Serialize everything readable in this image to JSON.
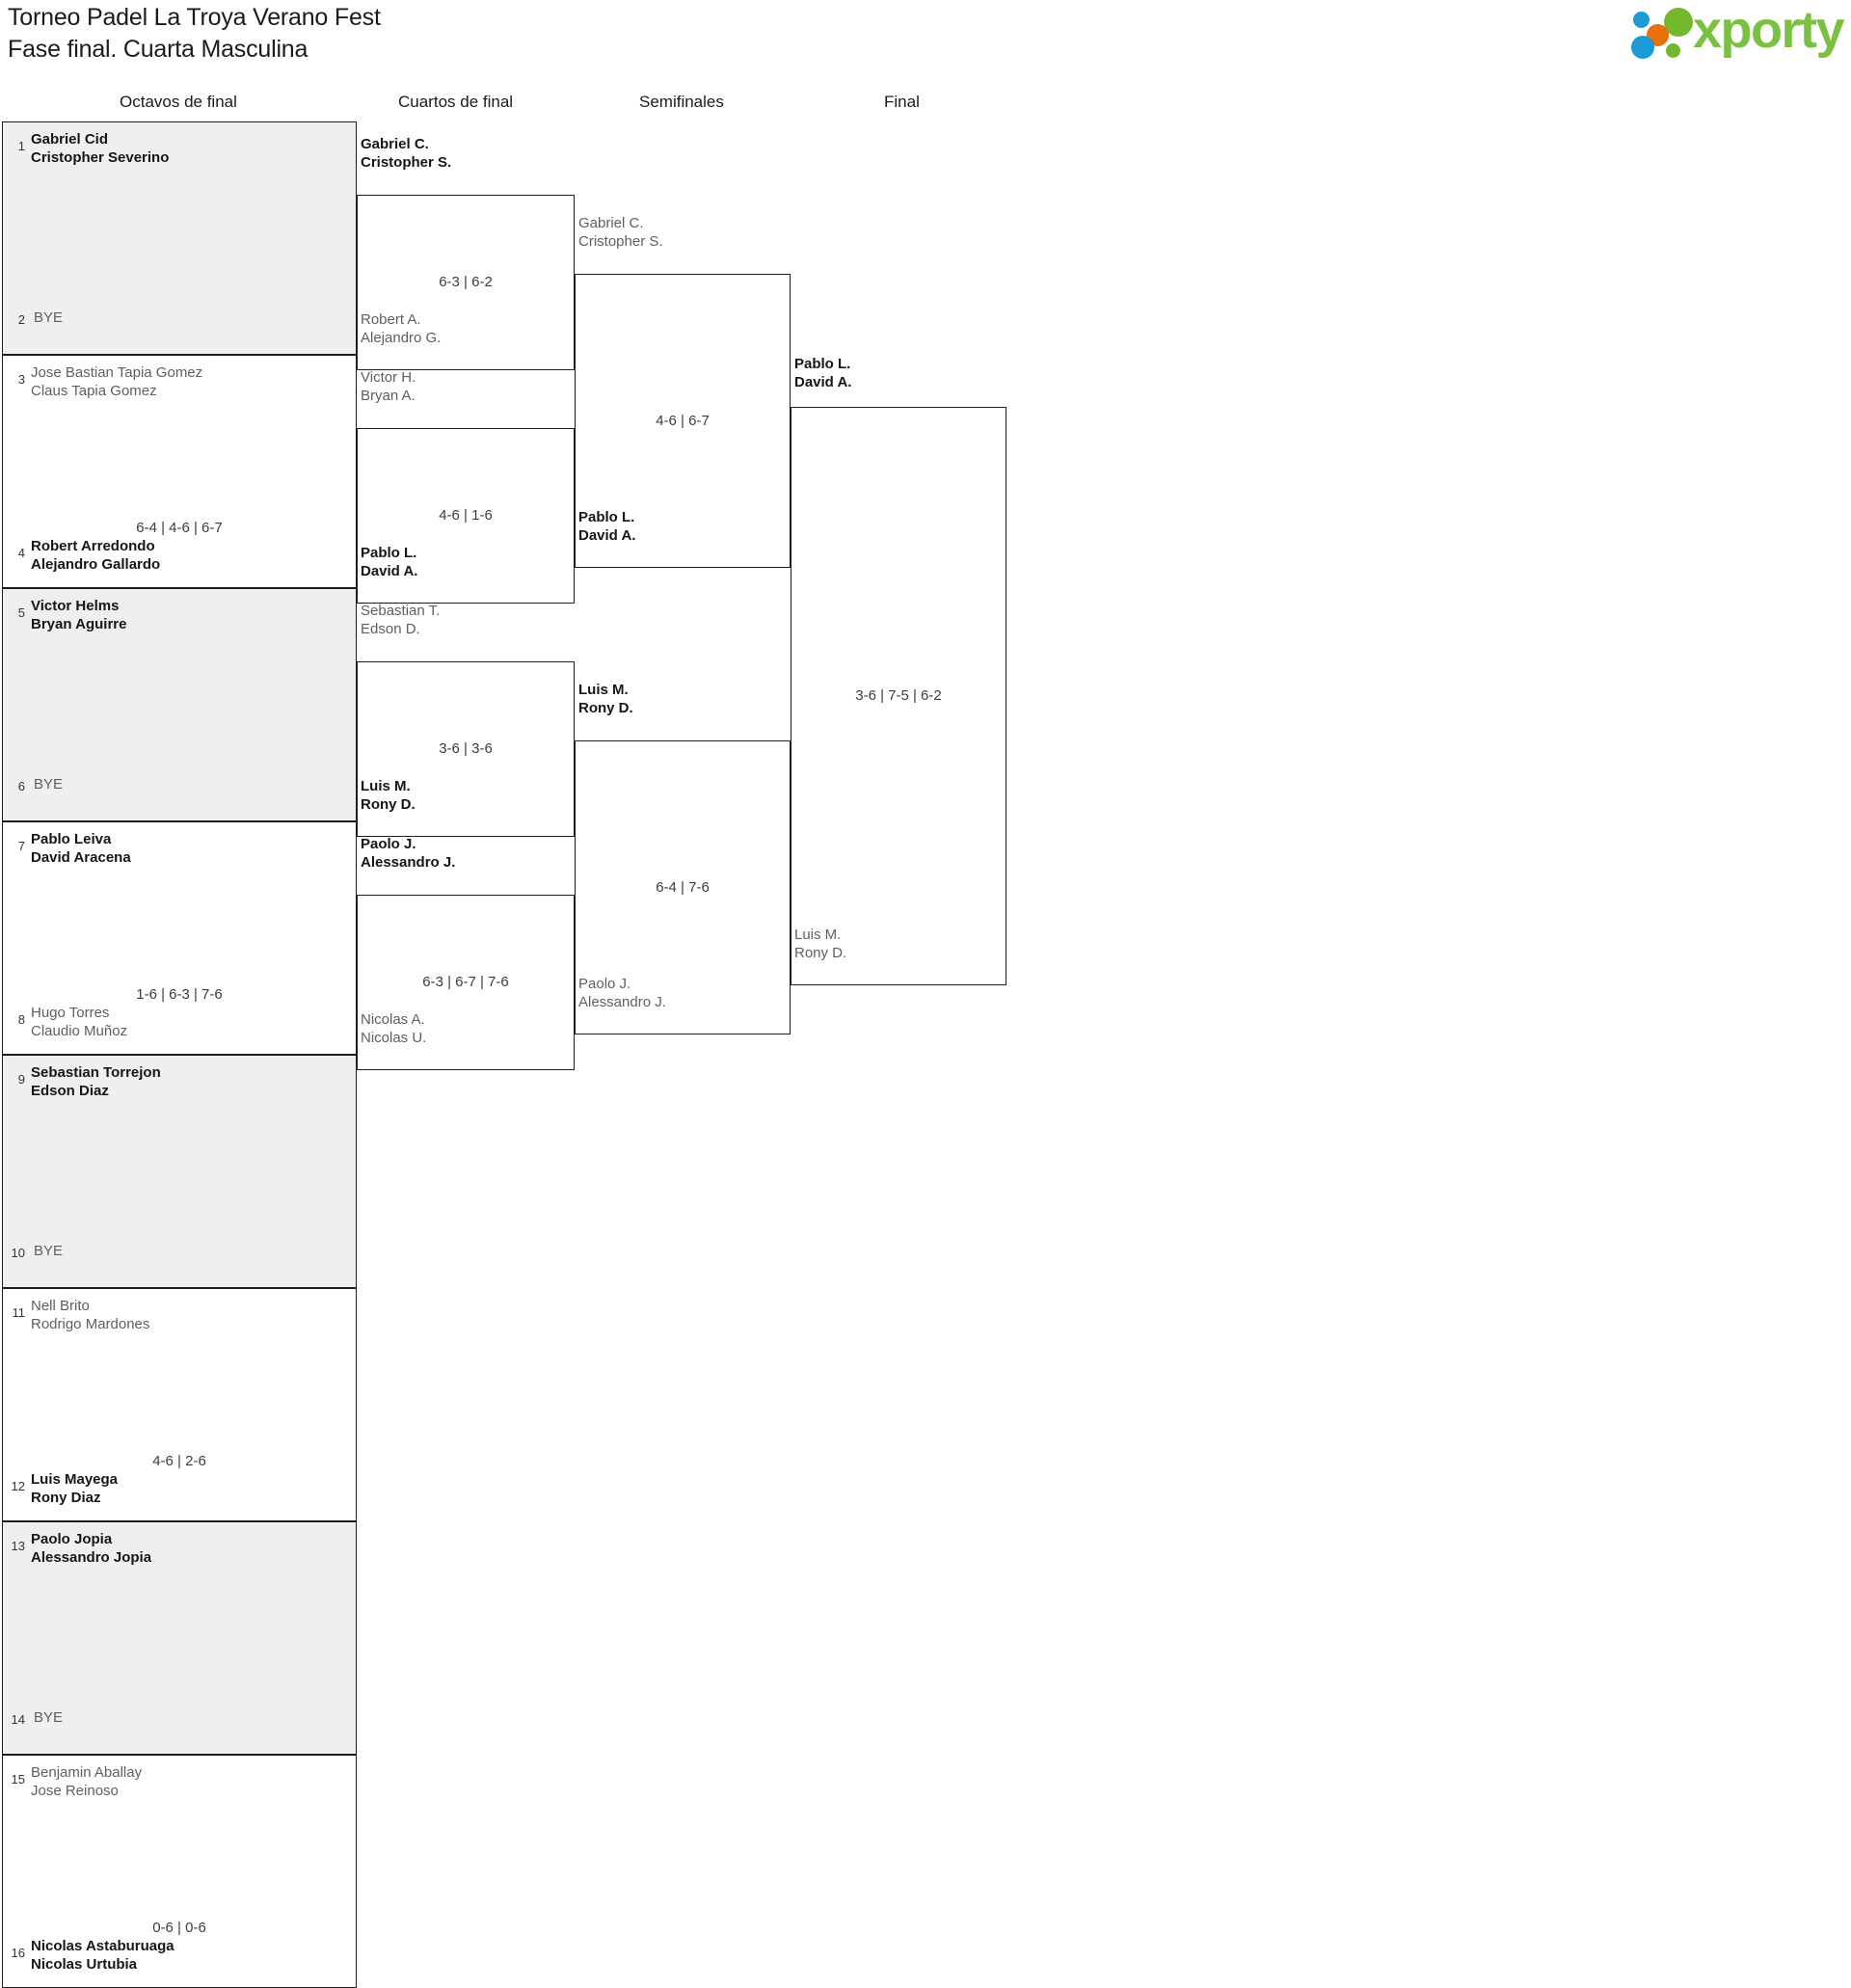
{
  "header": {
    "title_line1": "Torneo Padel La Troya Verano Fest",
    "title_line2": "Fase final. Cuarta Masculina",
    "logo_text": "xporty"
  },
  "colors": {
    "logo_green": "#7ac143",
    "logo_blue": "#1c9ad6",
    "logo_orange": "#e8700a",
    "shaded_row": "#efefef",
    "border": "#1d1d1d",
    "winner_text": "#161616",
    "loser_text": "#5f5f5f"
  },
  "rounds": [
    {
      "label": "Octavos de final"
    },
    {
      "label": "Cuartos de final"
    },
    {
      "label": "Semifinales"
    },
    {
      "label": "Final"
    }
  ],
  "round1": {
    "matches": [
      {
        "shaded": true,
        "top": {
          "seed": "1",
          "p1": "Gabriel Cid",
          "p2": "Cristopher Severino",
          "result": "winner"
        },
        "bottom": {
          "seed": "2",
          "bye": "BYE"
        },
        "score": ""
      },
      {
        "shaded": false,
        "top": {
          "seed": "3",
          "p1": "Jose Bastian Tapia Gomez",
          "p2": "Claus Tapia Gomez",
          "result": "loser"
        },
        "bottom": {
          "seed": "4",
          "p1": "Robert Arredondo",
          "p2": "Alejandro Gallardo",
          "result": "winner"
        },
        "score": "6-4 | 4-6 | 6-7"
      },
      {
        "shaded": true,
        "top": {
          "seed": "5",
          "p1": "Victor Helms",
          "p2": "Bryan Aguirre",
          "result": "winner"
        },
        "bottom": {
          "seed": "6",
          "bye": "BYE"
        },
        "score": ""
      },
      {
        "shaded": false,
        "top": {
          "seed": "7",
          "p1": "Pablo Leiva",
          "p2": "David Aracena",
          "result": "winner"
        },
        "bottom": {
          "seed": "8",
          "p1": "Hugo Torres",
          "p2": "Claudio Muñoz",
          "result": "loser"
        },
        "score": "1-6 | 6-3 | 7-6"
      },
      {
        "shaded": true,
        "top": {
          "seed": "9",
          "p1": "Sebastian Torrejon",
          "p2": "Edson Diaz",
          "result": "winner"
        },
        "bottom": {
          "seed": "10",
          "bye": "BYE"
        },
        "score": ""
      },
      {
        "shaded": false,
        "top": {
          "seed": "11",
          "p1": "Nell Brito",
          "p2": "Rodrigo Mardones",
          "result": "loser"
        },
        "bottom": {
          "seed": "12",
          "p1": "Luis Mayega",
          "p2": "Rony Diaz",
          "result": "winner"
        },
        "score": "4-6 | 2-6"
      },
      {
        "shaded": true,
        "top": {
          "seed": "13",
          "p1": "Paolo Jopia",
          "p2": "Alessandro Jopia",
          "result": "winner"
        },
        "bottom": {
          "seed": "14",
          "bye": "BYE"
        },
        "score": ""
      },
      {
        "shaded": false,
        "top": {
          "seed": "15",
          "p1": "Benjamin Aballay",
          "p2": "Jose Reinoso",
          "result": "loser"
        },
        "bottom": {
          "seed": "16",
          "p1": "Nicolas Astaburuaga",
          "p2": "Nicolas Urtubia",
          "result": "winner"
        },
        "score": "0-6 | 0-6"
      }
    ]
  },
  "round2": {
    "matches": [
      {
        "top": {
          "p1": "Gabriel C.",
          "p2": "Cristopher S.",
          "result": "winner"
        },
        "bottom": {
          "p1": "Robert A.",
          "p2": "Alejandro G.",
          "result": "loser"
        },
        "score": "6-3 | 6-2"
      },
      {
        "top": {
          "p1": "Victor H.",
          "p2": "Bryan A.",
          "result": "loser"
        },
        "bottom": {
          "p1": "Pablo L.",
          "p2": "David A.",
          "result": "winner"
        },
        "score": "4-6 | 1-6"
      },
      {
        "top": {
          "p1": "Sebastian T.",
          "p2": "Edson D.",
          "result": "loser"
        },
        "bottom": {
          "p1": "Luis M.",
          "p2": "Rony D.",
          "result": "winner"
        },
        "score": "3-6 | 3-6"
      },
      {
        "top": {
          "p1": "Paolo J.",
          "p2": "Alessandro J.",
          "result": "winner"
        },
        "bottom": {
          "p1": "Nicolas A.",
          "p2": "Nicolas U.",
          "result": "loser"
        },
        "score": "6-3 | 6-7 | 7-6"
      }
    ]
  },
  "round3": {
    "matches": [
      {
        "top": {
          "p1": "Gabriel C.",
          "p2": "Cristopher S.",
          "result": "loser"
        },
        "bottom": {
          "p1": "Pablo L.",
          "p2": "David A.",
          "result": "winner"
        },
        "score": "4-6 | 6-7"
      },
      {
        "top": {
          "p1": "Luis M.",
          "p2": "Rony D.",
          "result": "winner"
        },
        "bottom": {
          "p1": "Paolo J.",
          "p2": "Alessandro J.",
          "result": "loser"
        },
        "score": "6-4 | 7-6"
      }
    ]
  },
  "round4": {
    "matches": [
      {
        "top": {
          "p1": "Pablo L.",
          "p2": "David A.",
          "result": "winner"
        },
        "bottom": {
          "p1": "Luis M.",
          "p2": "Rony D.",
          "result": "loser"
        },
        "score": "3-6 | 7-5 | 6-2"
      }
    ]
  }
}
